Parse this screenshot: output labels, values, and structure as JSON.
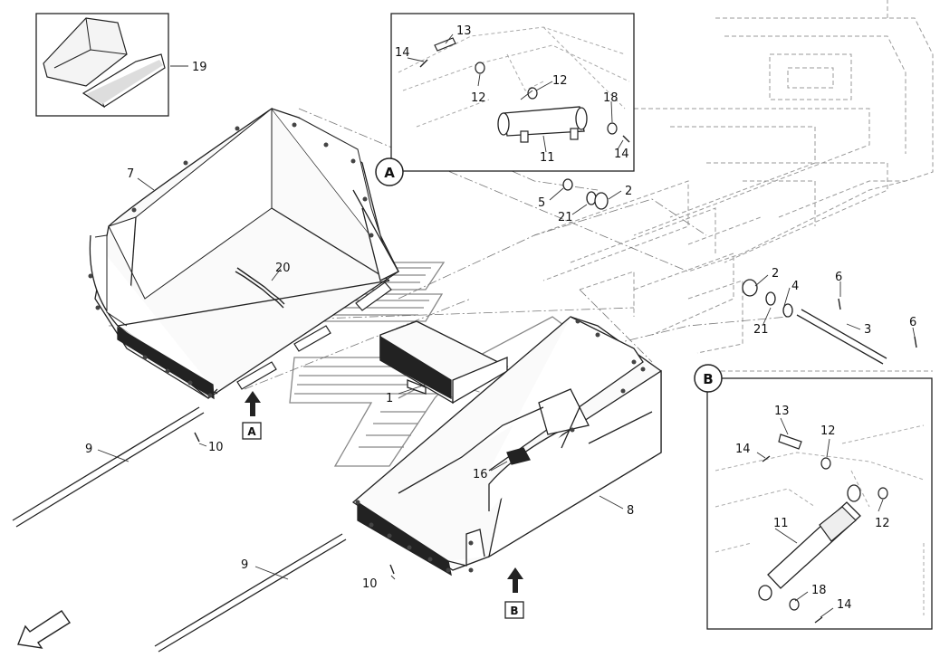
{
  "callouts": {
    "n1": "1",
    "n2a": "2",
    "n2b": "2",
    "n3": "3",
    "n4": "4",
    "n5": "5",
    "n6a": "6",
    "n6b": "6",
    "n7": "7",
    "n8": "8",
    "n9a": "9",
    "n9b": "9",
    "n10a": "10",
    "n10b": "10",
    "n11a": "11",
    "n11b": "11",
    "n12a": "12",
    "n12b": "12",
    "n12c": "12",
    "n12d": "12",
    "n13a": "13",
    "n13b": "13",
    "n14a": "14",
    "n14b": "14",
    "n14c": "14",
    "n14d": "14",
    "n16": "16",
    "n18a": "18",
    "n18b": "18",
    "n19": "19",
    "n20": "20",
    "n21a": "21",
    "n21b": "21"
  },
  "detail_labels": {
    "a_circle": "A",
    "b_circle": "B",
    "a_box": "A",
    "b_box": "B"
  }
}
